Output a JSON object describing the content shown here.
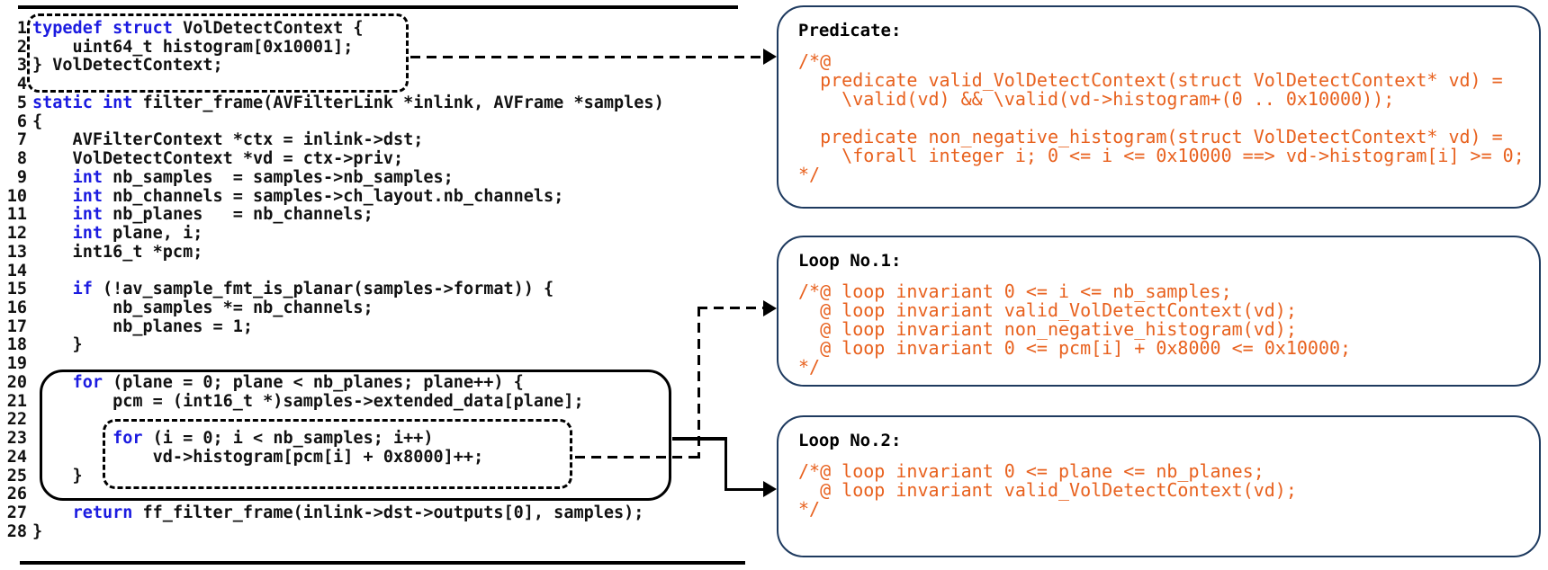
{
  "colors": {
    "keyword": "#1b1be0",
    "annotation": "#e8611e",
    "box_border": "#1e3a5f",
    "connector": "#000000"
  },
  "code_panel": {
    "language": "c",
    "lines": [
      {
        "no": "1",
        "segs": [
          [
            "k",
            "typedef struct"
          ],
          [
            "p",
            " VolDetectContext {"
          ]
        ]
      },
      {
        "no": "2",
        "segs": [
          [
            "p",
            "    uint64_t histogram[0x10001];"
          ]
        ]
      },
      {
        "no": "3",
        "segs": [
          [
            "p",
            "} VolDetectContext;"
          ]
        ]
      },
      {
        "no": "4",
        "segs": []
      },
      {
        "no": "5",
        "segs": [
          [
            "k",
            "static int"
          ],
          [
            "p",
            " filter_frame(AVFilterLink *inlink, AVFrame *samples)"
          ]
        ]
      },
      {
        "no": "6",
        "segs": [
          [
            "p",
            "{"
          ]
        ]
      },
      {
        "no": "7",
        "segs": [
          [
            "p",
            "    AVFilterContext *ctx = inlink->dst;"
          ]
        ]
      },
      {
        "no": "8",
        "segs": [
          [
            "p",
            "    VolDetectContext *vd = ctx->priv;"
          ]
        ]
      },
      {
        "no": "9",
        "segs": [
          [
            "p",
            "    "
          ],
          [
            "k",
            "int"
          ],
          [
            "p",
            " nb_samples  = samples->nb_samples;"
          ]
        ]
      },
      {
        "no": "10",
        "segs": [
          [
            "p",
            "    "
          ],
          [
            "k",
            "int"
          ],
          [
            "p",
            " nb_channels = samples->ch_layout.nb_channels;"
          ]
        ]
      },
      {
        "no": "11",
        "segs": [
          [
            "p",
            "    "
          ],
          [
            "k",
            "int"
          ],
          [
            "p",
            " nb_planes   = nb_channels;"
          ]
        ]
      },
      {
        "no": "12",
        "segs": [
          [
            "p",
            "    "
          ],
          [
            "k",
            "int"
          ],
          [
            "p",
            " plane, i;"
          ]
        ]
      },
      {
        "no": "13",
        "segs": [
          [
            "p",
            "    int16_t *pcm;"
          ]
        ]
      },
      {
        "no": "14",
        "segs": []
      },
      {
        "no": "15",
        "segs": [
          [
            "p",
            "    "
          ],
          [
            "k",
            "if"
          ],
          [
            "p",
            " (!av_sample_fmt_is_planar(samples->format)) {"
          ]
        ]
      },
      {
        "no": "16",
        "segs": [
          [
            "p",
            "        nb_samples *= nb_channels;"
          ]
        ]
      },
      {
        "no": "17",
        "segs": [
          [
            "p",
            "        nb_planes = 1;"
          ]
        ]
      },
      {
        "no": "18",
        "segs": [
          [
            "p",
            "    }"
          ]
        ]
      },
      {
        "no": "19",
        "segs": []
      },
      {
        "no": "20",
        "segs": [
          [
            "p",
            "    "
          ],
          [
            "k",
            "for"
          ],
          [
            "p",
            " (plane = 0; plane < nb_planes; plane++) {"
          ]
        ]
      },
      {
        "no": "21",
        "segs": [
          [
            "p",
            "        pcm = (int16_t *)samples->extended_data[plane];"
          ]
        ]
      },
      {
        "no": "22",
        "segs": []
      },
      {
        "no": "23",
        "segs": [
          [
            "p",
            "        "
          ],
          [
            "k",
            "for"
          ],
          [
            "p",
            " (i = 0; i < nb_samples; i++)"
          ]
        ]
      },
      {
        "no": "24",
        "segs": [
          [
            "p",
            "            vd->histogram[pcm[i] + 0x8000]++;"
          ]
        ]
      },
      {
        "no": "25",
        "segs": [
          [
            "p",
            "    }"
          ]
        ]
      },
      {
        "no": "26",
        "segs": []
      },
      {
        "no": "27",
        "segs": [
          [
            "p",
            "    "
          ],
          [
            "k",
            "return"
          ],
          [
            "p",
            " ff_filter_frame(inlink->dst->outputs[0], samples);"
          ]
        ]
      },
      {
        "no": "28",
        "segs": [
          [
            "p",
            "}"
          ]
        ]
      }
    ]
  },
  "boxes": {
    "predicate": {
      "title": "Predicate:",
      "lines": [
        "/*@",
        "  predicate valid_VolDetectContext(struct VolDetectContext* vd) =",
        "    \\valid(vd) && \\valid(vd->histogram+(0 .. 0x10000));",
        "",
        "  predicate non_negative_histogram(struct VolDetectContext* vd) =",
        "    \\forall integer i; 0 <= i <= 0x10000 ==> vd->histogram[i] >= 0;",
        "*/"
      ]
    },
    "loop1": {
      "title": "Loop No.1:",
      "lines": [
        "/*@ loop invariant 0 <= i <= nb_samples;",
        "  @ loop invariant valid_VolDetectContext(vd);",
        "  @ loop invariant non_negative_histogram(vd);",
        "  @ loop invariant 0 <= pcm[i] + 0x8000 <= 0x10000;",
        "*/"
      ]
    },
    "loop2": {
      "title": "Loop No.2:",
      "lines": [
        "/*@ loop invariant 0 <= plane <= nb_planes;",
        "  @ loop invariant valid_VolDetectContext(vd);",
        "*/"
      ]
    }
  }
}
